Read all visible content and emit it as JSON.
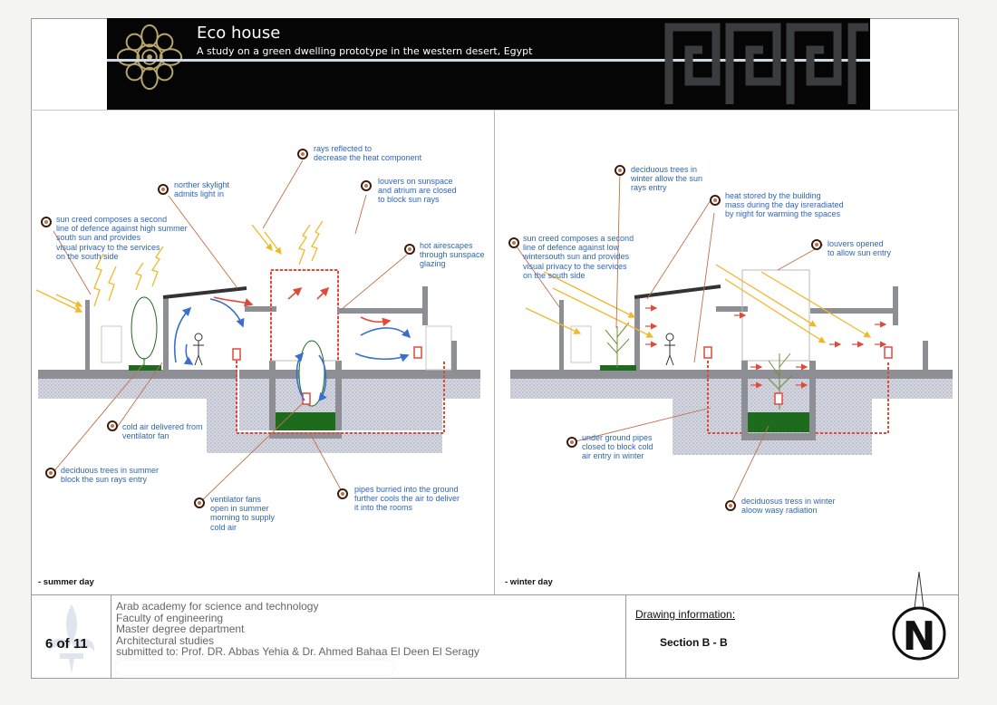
{
  "header": {
    "title": "Eco house",
    "subtitle": "A study on a green dwelling prototype in the western desert, Egypt"
  },
  "panels": {
    "summer": {
      "caption": "- summer day",
      "annotations": [
        {
          "id": "rays",
          "text": "rays reflected to\ndecrease the heat component"
        },
        {
          "id": "skylight",
          "text": "norther skylight\nadmits light in"
        },
        {
          "id": "louvers",
          "text": "louvers on sunspace\nand atrium are closed\nto block sun rays"
        },
        {
          "id": "suncreed",
          "text": "sun creed composes a second\nline of defence against high summer\nsouth sun and provides\nvisual privacy to the services\non the south side"
        },
        {
          "id": "hotair",
          "text": "hot airescapes\nthrough sunspace\nglazing"
        },
        {
          "id": "coldair",
          "text": "cold air delivered from\nventilator fan"
        },
        {
          "id": "trees",
          "text": "deciduous trees in summer\nblock the sun rays entry"
        },
        {
          "id": "ventfans",
          "text": "ventilator fans\nopen in summer\nmorning to supply\ncold air"
        },
        {
          "id": "pipes",
          "text": "pipes burried into the ground\nfurther cools the air to deliver\nit into the rooms"
        }
      ]
    },
    "winter": {
      "caption": "- winter day",
      "annotations": [
        {
          "id": "wtrees",
          "text": "deciduous trees in\nwinter allow the sun\nrays entry"
        },
        {
          "id": "heat",
          "text": "heat stored by the building\nmass during the day isreradiated\nby night for warming the spaces"
        },
        {
          "id": "wsuncreed",
          "text": "sun creed composes a second\nline of defence against low\nwintersouth sun and provides\nvisual privacy to the services\non the south side"
        },
        {
          "id": "wlouvers",
          "text": "louvers opened\nto allow sun entry"
        },
        {
          "id": "wpipes",
          "text": "under ground pipes\nclosed to block cold\nair entry in winter"
        },
        {
          "id": "radiation",
          "text": "deciduosus tress in winter\naloow wasy radiation"
        }
      ]
    }
  },
  "footer": {
    "sheet_number": "6 of 11",
    "institution": "Arab academy for science and technology\nFaculty of engineering\nMaster degree department\nArchitectural studies\nsubmitted to: Prof. DR. Abbas Yehia & Dr. Ahmed Bahaa El Deen El Seragy",
    "drawing_info_label": "Drawing information:",
    "drawing_info_value": "Section B - B",
    "north_label": "N"
  },
  "colors": {
    "banner": "#050505",
    "annotation_text": "#2f66b7",
    "leader_line": "#c0714a",
    "sun_ray": "#f0b92a",
    "wall_fill": "#8d8f94",
    "ground_fill": "#c4c6d2",
    "airflow": "#3a6fd1",
    "heat": "#e04a3a",
    "vegetation": "#1d6b1c"
  }
}
